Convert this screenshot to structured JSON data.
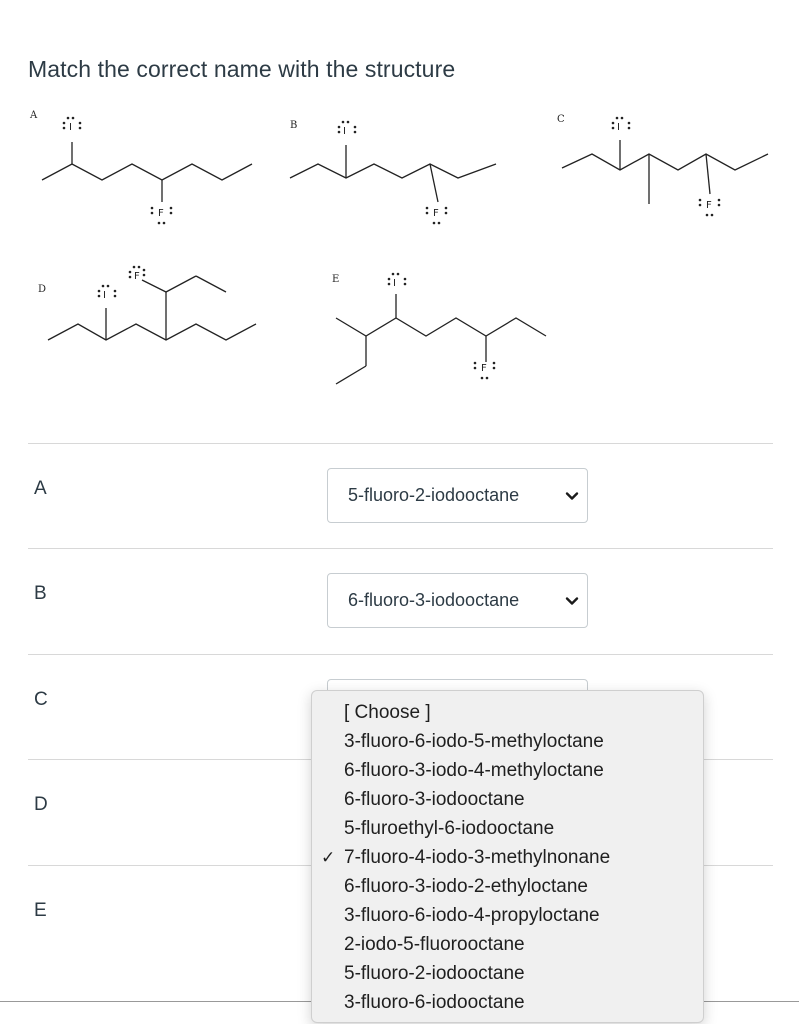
{
  "question": {
    "title": "Match the correct name with the structure"
  },
  "structures": {
    "labels": [
      "A",
      "B",
      "C",
      "D",
      "E"
    ],
    "atom_iodine": "I",
    "atom_fluorine": "F"
  },
  "rows": [
    {
      "label": "A",
      "selected": "5-fluoro-2-iodooctane"
    },
    {
      "label": "B",
      "selected": "6-fluoro-3-iodooctane"
    },
    {
      "label": "C",
      "selected": ""
    },
    {
      "label": "D",
      "selected": ""
    },
    {
      "label": "E",
      "selected": ""
    }
  ],
  "dropdown": {
    "options": [
      "[ Choose ]",
      "3-fluoro-6-iodo-5-methyloctane",
      "6-fluoro-3-iodo-4-methyloctane",
      "6-fluoro-3-iodooctane",
      "5-fluroethyl-6-iodooctane",
      "7-fluoro-4-iodo-3-methylnonane",
      "6-fluoro-3-iodo-2-ethyloctane",
      "3-fluoro-6-iodo-4-propyloctane",
      "2-iodo-5-fluorooctane",
      "5-fluoro-2-iodooctane",
      "3-fluoro-6-iodooctane"
    ],
    "checked_option": "7-fluoro-4-iodo-3-methylnonane",
    "check_glyph": "✓"
  },
  "icons": {
    "select_chevron": "chevron-down-icon",
    "option_check": "checkmark-icon"
  }
}
